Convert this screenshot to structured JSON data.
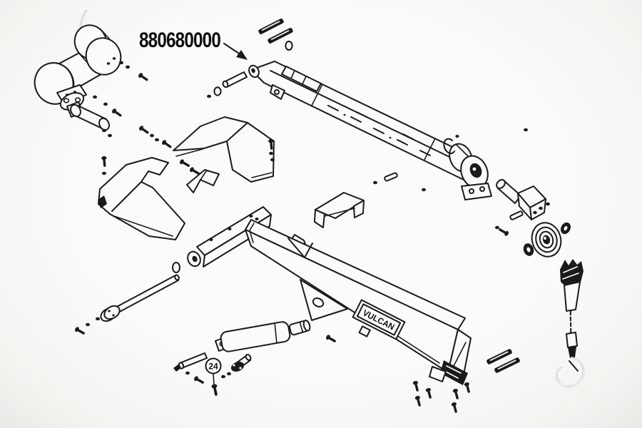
{
  "diagram": {
    "type": "exploded-parts-diagram",
    "part_number_label": "880680000",
    "brand_plate_label": "VULCAN",
    "item_callout": "24",
    "colors": {
      "line": "#1a1a1a",
      "background": "#fbfbfa"
    },
    "parts": [
      "winch-assembly",
      "winch-cable",
      "winch-mount-plate",
      "winch-roller",
      "inner-boom",
      "boom-pivot-boss",
      "retaining-clip",
      "boom-base-pin",
      "clevis-pin-bracket",
      "sheave-pulley",
      "hook-and-cable-assembly",
      "left-cover-plate",
      "right-cover-plate",
      "angle-bracket",
      "u-channel-bracket",
      "crossbar-assembly",
      "saddle-bracket",
      "outer-boom",
      "vulcan-nameplate",
      "pivot-rod",
      "hydraulic-cylinder",
      "small-pin",
      "clevis-stud",
      "mounting-keys",
      "fasteners"
    ]
  }
}
